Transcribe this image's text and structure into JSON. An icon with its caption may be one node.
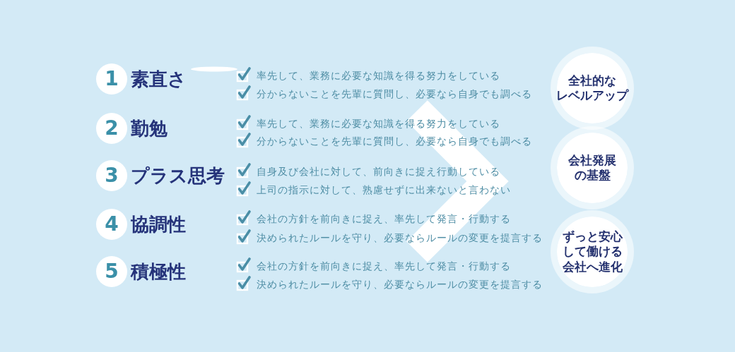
{
  "diagram": {
    "nodes": [
      {
        "text": [
          "1"
        ],
        "beside": [
          "素直さ"
        ]
      },
      {
        "text": [
          "2"
        ],
        "beside": [
          "勤勉"
        ]
      },
      {
        "text": [
          "3"
        ],
        "beside": [
          "プラス思考"
        ]
      },
      {
        "text": [
          "4"
        ],
        "beside": [
          "協調性"
        ]
      },
      {
        "text": [
          "5"
        ],
        "beside": [
          "積極性"
        ]
      },
      {
        "text": [
          "全社的なレベルアップ"
        ]
      },
      {
        "text": [
          "会社発展の基盤"
        ]
      },
      {
        "text": [
          "ずっと安心して働ける会社へ進化"
        ]
      }
    ],
    "labels": [
      "率先して、業務に必要な知識を得る努力をしている",
      "分からないことを先輩に質問し、必要なら自身でも調べる",
      "率先して、業務に必要な知識を得る努力をしている",
      "分からないことを先輩に質問し、必要なら自身でも調べる",
      "自身及び会社に対して、前向きに捉え行動している",
      "上司の指示に対して、熟慮せずに出来ないと言わない",
      "会社の方針を前向きに捉え、率先して発言・行動する",
      "決められたルールを守り、必要ならルールの変更を提言する",
      "会社の方針を前向きに捉え、率先して発言・行動する",
      "決められたルールを守り、必要ならルールの変更を提言する"
    ]
  }
}
